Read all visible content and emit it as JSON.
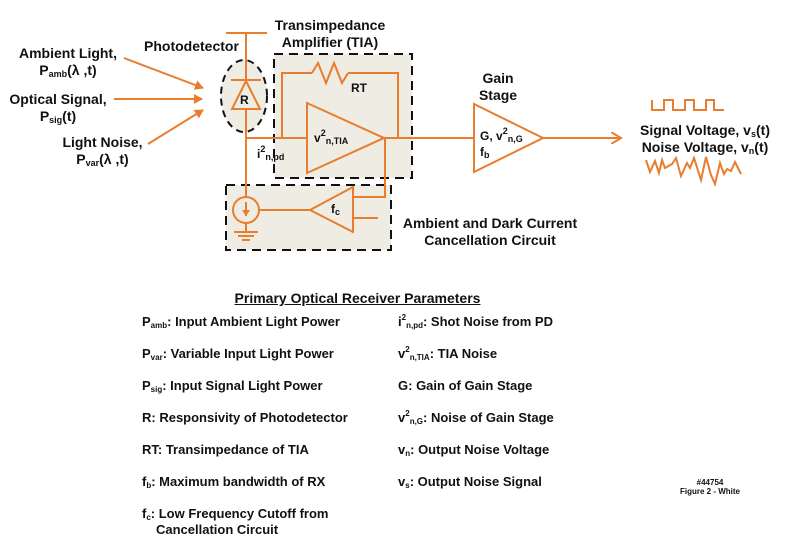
{
  "diagram": {
    "colors": {
      "wire": "#e87d2e",
      "box_fill": "#efece3",
      "text": "#111111"
    },
    "inputs": [
      {
        "name": "Ambient Light,",
        "symbol": "P",
        "sub": "amb",
        "args": "(λ ,t)"
      },
      {
        "name": "Optical Signal,",
        "symbol": "P",
        "sub": "sig",
        "args": "(t)"
      },
      {
        "name": "Light Noise,",
        "symbol": "P",
        "sub": "var",
        "args": "(λ ,t)"
      }
    ],
    "photodetector": {
      "title": "Photodetector",
      "element": "R"
    },
    "tia": {
      "title_line1": "Transimpedance",
      "title_line2": "Amplifier (TIA)",
      "resistor": "RT",
      "amp_sym": "v",
      "amp_sup": "2",
      "amp_sub": "n,TIA"
    },
    "pd_noise": {
      "sym": "i",
      "sup": "2",
      "sub": "n,pd"
    },
    "cancellation": {
      "amp": "f",
      "amp_sub": "c",
      "title_line1": "Ambient and Dark Current",
      "title_line2": "Cancellation Circuit"
    },
    "gain_stage": {
      "title_line1": "Gain",
      "title_line2": "Stage",
      "line1_pre": "G, v",
      "line1_sup": "2",
      "line1_sub": "n,G",
      "line2_sym": "f",
      "line2_sub": "b"
    },
    "outputs": {
      "signal": {
        "pre": "Signal Voltage, v",
        "sub": "s",
        "post": "(t)"
      },
      "noise": {
        "pre": "Noise Voltage, v",
        "sub": "n",
        "post": "(t)"
      }
    }
  },
  "parameters": {
    "title": "Primary Optical Receiver Parameters",
    "left": [
      {
        "sym": "P",
        "sub": "amb",
        "sup": "",
        "desc": ": Input Ambient Light Power"
      },
      {
        "sym": "P",
        "sub": "var",
        "sup": "",
        "desc": ": Variable Input Light Power"
      },
      {
        "sym": "P",
        "sub": "sig",
        "sup": "",
        "desc": ": Input Signal Light Power"
      },
      {
        "sym": "R",
        "sub": "",
        "sup": "",
        "desc": ": Responsivity of Photodetector"
      },
      {
        "sym": "RT",
        "sub": "",
        "sup": "",
        "desc": ": Transimpedance of TIA"
      },
      {
        "sym": "f",
        "sub": "b",
        "sup": "",
        "desc": ": Maximum bandwidth of RX"
      },
      {
        "sym": "f",
        "sub": "c",
        "sup": "",
        "desc": ": Low Frequency Cutoff from",
        "desc2": "Cancellation Circuit"
      }
    ],
    "right": [
      {
        "sym": "i",
        "sup": "2",
        "sub": "n,pd",
        "desc": ": Shot Noise from PD"
      },
      {
        "sym": "v",
        "sup": "2",
        "sub": "n,TIA",
        "desc": ": TIA Noise"
      },
      {
        "sym": "G",
        "sup": "",
        "sub": "",
        "desc": ": Gain of Gain Stage"
      },
      {
        "sym": "v",
        "sup": "2",
        "sub": "n,G",
        "desc": ": Noise of Gain Stage"
      },
      {
        "sym": "v",
        "sup": "",
        "sub": "n",
        "desc": ": Output Noise Voltage"
      },
      {
        "sym": "v",
        "sup": "",
        "sub": "s",
        "desc": ": Output Noise Signal"
      }
    ]
  },
  "figure": {
    "id": "#44754",
    "caption": "Figure 2 - White"
  }
}
